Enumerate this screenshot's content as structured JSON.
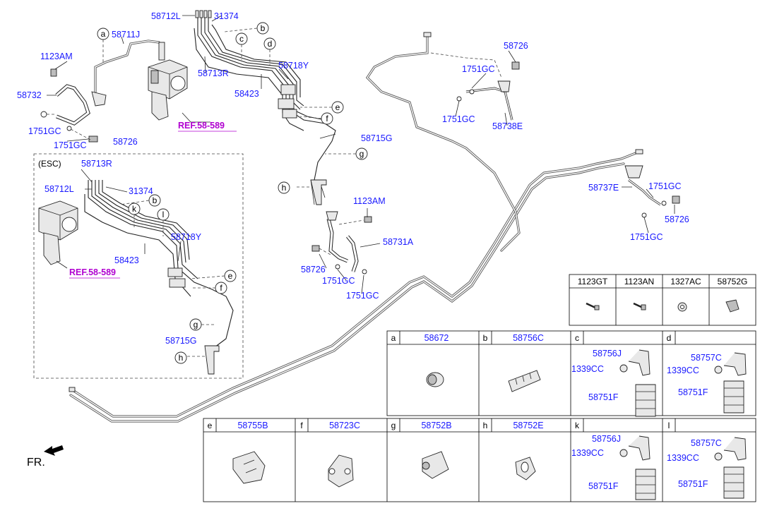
{
  "callouts": {
    "p58712L": "58712L",
    "p31374": "31374",
    "p58711J": "58711J",
    "p1123AM": "1123AM",
    "p58713R": "58713R",
    "p58732": "58732",
    "p58423": "58423",
    "p58718Y": "58718Y",
    "p1751GC_a": "1751GC",
    "p1751GC_b": "1751GC",
    "p58726_a": "58726",
    "ref_main": "REF.58-589",
    "p58715G": "58715G",
    "p58726_b": "58726",
    "p1751GC_c": "1751GC",
    "p1751GC_d": "1751GC",
    "p58738E": "58738E",
    "p58737E": "58737E",
    "p1751GC_e": "1751GC",
    "p58726_c": "58726",
    "p1751GC_f": "1751GC",
    "p1123AM_b": "1123AM",
    "p58731A": "58731A",
    "p58726_d": "58726",
    "p1751GC_g": "1751GC",
    "p1751GC_h": "1751GC"
  },
  "esc": {
    "title": "(ESC)",
    "p58713R": "58713R",
    "p58712L": "58712L",
    "p31374": "31374",
    "p58718Y": "58718Y",
    "p58423": "58423",
    "ref": "REF.58-589",
    "p58715G": "58715G"
  },
  "letters": [
    "a",
    "b",
    "c",
    "d",
    "e",
    "f",
    "g",
    "h",
    "k",
    "l"
  ],
  "hardware_table": {
    "headers": [
      "1123GT",
      "1123AN",
      "1327AC",
      "58752G"
    ]
  },
  "parts_table": {
    "row1": [
      {
        "letter": "a",
        "part": "58672"
      },
      {
        "letter": "b",
        "part": "58756C"
      },
      {
        "letter": "c",
        "part": ""
      },
      {
        "letter": "d",
        "part": ""
      }
    ],
    "row2": [
      {
        "letter": "e",
        "part": "58755B"
      },
      {
        "letter": "f",
        "part": "58723C"
      },
      {
        "letter": "g",
        "part": "58752B"
      },
      {
        "letter": "h",
        "part": "58752E"
      },
      {
        "letter": "k",
        "part": ""
      },
      {
        "letter": "l",
        "part": ""
      }
    ],
    "c_cell": {
      "top": "58756J",
      "mid": "1339CC",
      "bot": "58751F"
    },
    "d_cell": {
      "top": "58757C",
      "mid": "1339CC",
      "bot": "58751F"
    },
    "k_cell": {
      "top": "58756J",
      "mid": "1339CC",
      "bot": "58751F"
    },
    "l_cell": {
      "top": "58757C",
      "mid": "1339CC",
      "bot": "58751F"
    }
  },
  "fr_label": "FR."
}
